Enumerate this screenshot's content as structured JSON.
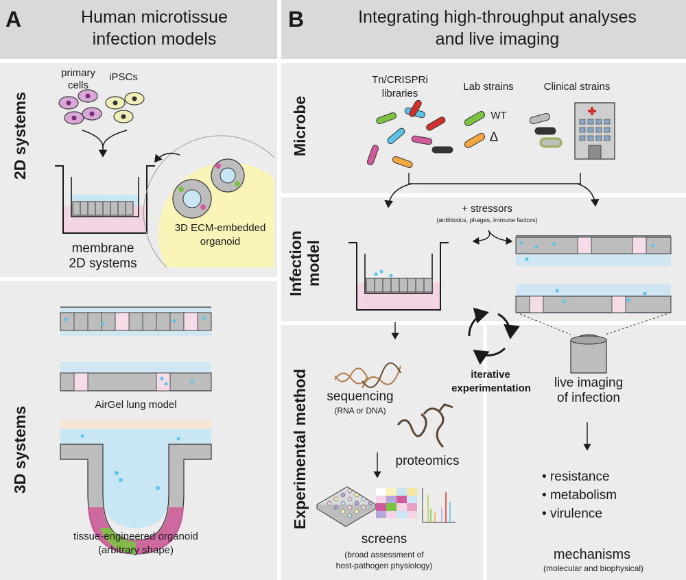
{
  "panelA": {
    "letter": "A",
    "title_line1": "Human microtissue",
    "title_line2": "infection models",
    "section_2d": "2D systems",
    "section_3d": "3D systems",
    "primary_cells": "primary\ncells",
    "ipscs": "iPSCs",
    "membrane_line1": "membrane",
    "membrane_line2": "2D systems",
    "organoid_line1": "3D ECM-embedded",
    "organoid_line2": "organoid",
    "airgel": "AirGel lung model",
    "tissue_line1": "tissue-engineered organoid",
    "tissue_line2": "(arbitrary shape)"
  },
  "panelB": {
    "letter": "B",
    "title_line1": "Integrating high-throughput analyses",
    "title_line2": "and live imaging",
    "row_microbe": "Microbe",
    "row_infection_line1": "Infection",
    "row_infection_line2": "model",
    "row_method": "Experimental method",
    "libraries_line1": "Tn/CRISPRi",
    "libraries_line2": "libraries",
    "lab_strains": "Lab strains",
    "clinical_strains": "Clinical strains",
    "wt": "WT",
    "delta": "Δ",
    "stressors": "+ stressors",
    "stressors_detail": "(antibiotics, phages, immune factors)",
    "iterative_line1": "iterative",
    "iterative_line2": "experimentation",
    "sequencing": "sequencing",
    "sequencing_detail": "(RNA or DNA)",
    "proteomics": "proteomics",
    "screens": "screens",
    "screens_detail_line1": "(broad assessment of",
    "screens_detail_line2": "host-pathogen physiology)",
    "live_line1": "live imaging",
    "live_line2": "of infection",
    "mech_items": [
      "resistance",
      "metabolism",
      "virulence"
    ],
    "mechanisms": "mechanisms",
    "mechanisms_detail": "(molecular and biophysical)"
  },
  "colors": {
    "panel_bg": "#ececec",
    "header_bg": "#d9d9d9",
    "media_pink": "#f2d4e4",
    "media_blue": "#c9e6f5",
    "ecm_yellow": "#fbf4b8",
    "cell_gray": "#b3b3b3",
    "bacteria_blue": "#5bc3ea",
    "organoid_green": "#7cc242",
    "organoid_magenta": "#d15a9b"
  }
}
